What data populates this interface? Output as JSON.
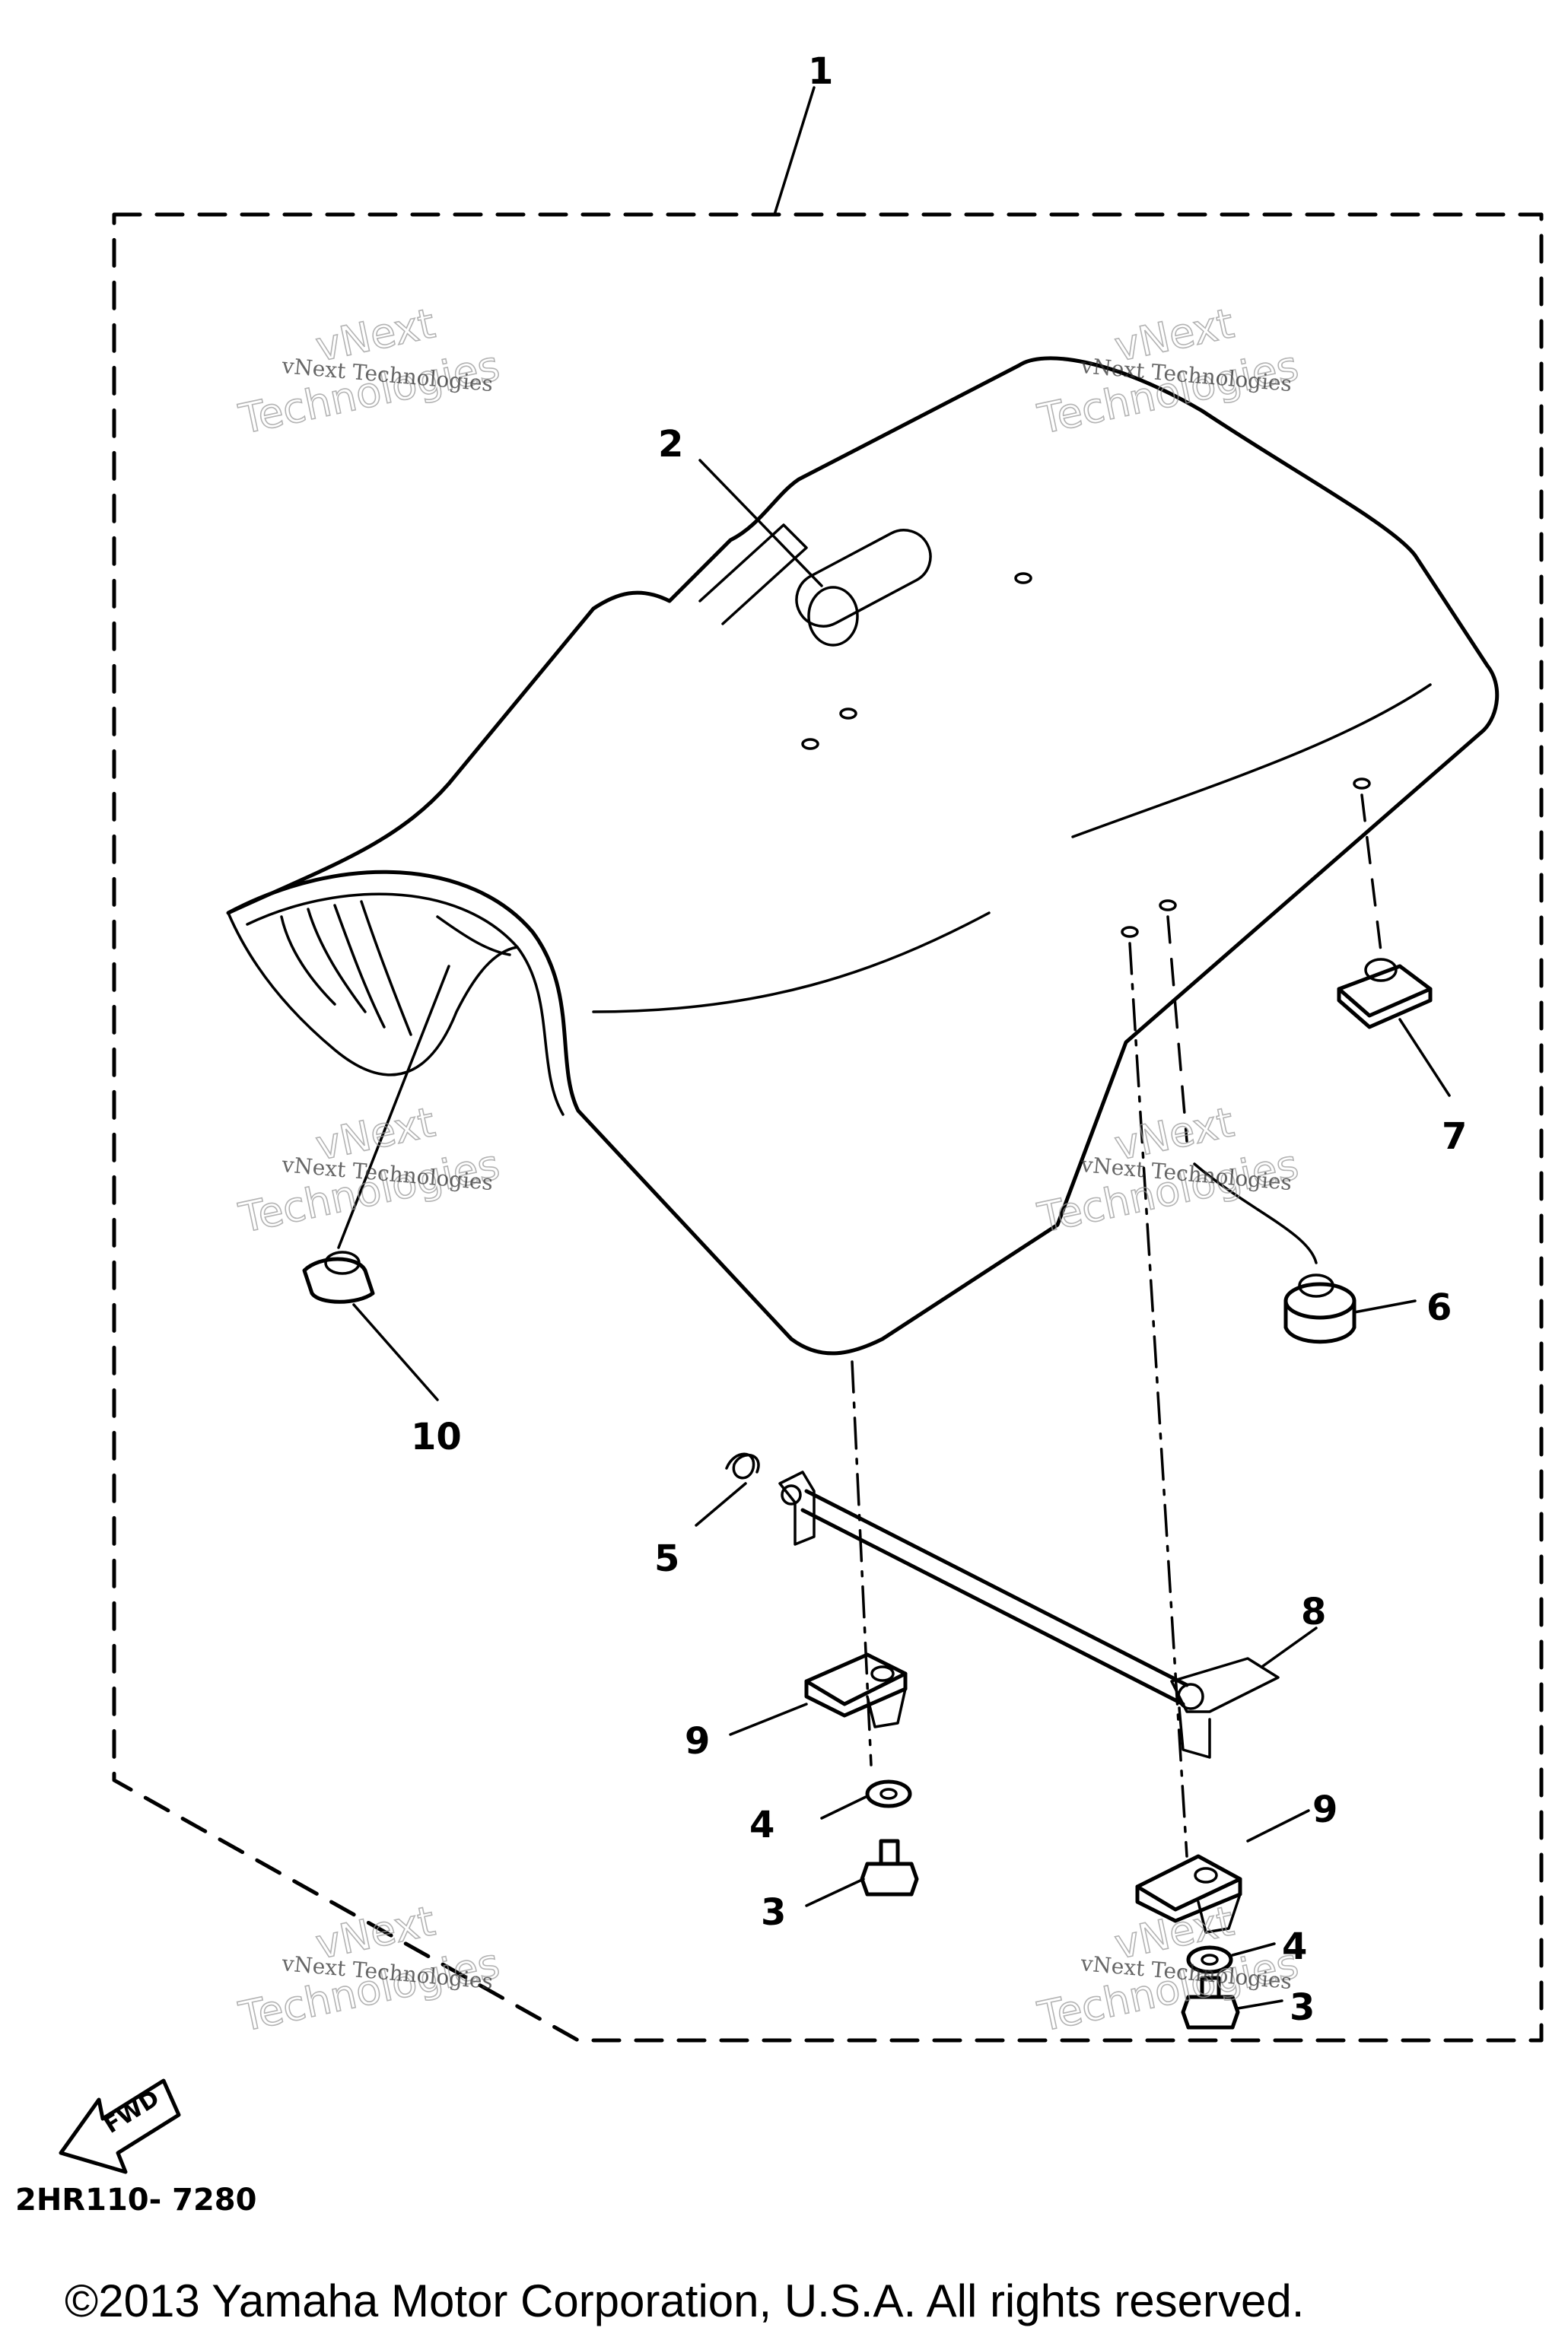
{
  "callouts": {
    "c1": "1",
    "c2": "2",
    "c3a": "3",
    "c3b": "3",
    "c4a": "4",
    "c4b": "4",
    "c5": "5",
    "c6": "6",
    "c7": "7",
    "c8": "8",
    "c9a": "9",
    "c9b": "9",
    "c10": "10"
  },
  "watermark": {
    "line1": "vNext Technologies",
    "line2": "Technologies",
    "overlay": "vNext"
  },
  "fwd_label": "FWD",
  "diagram_code": "2HR110- 7280",
  "copyright": "©2013 Yamaha Motor Corporation, U.S.A. All rights reserved.",
  "colors": {
    "ink": "#000000",
    "background": "#ffffff",
    "watermark": "#9a9a9a"
  }
}
